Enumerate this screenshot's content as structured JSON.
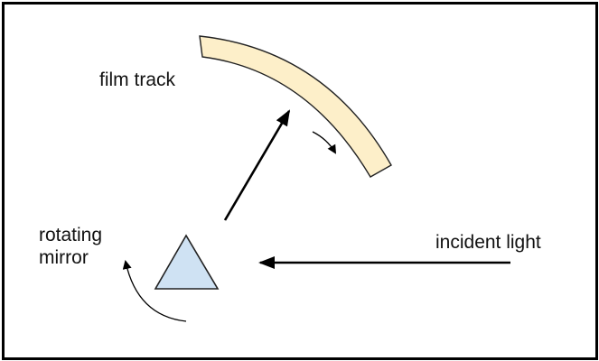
{
  "diagram": {
    "labels": {
      "film_track": "film track",
      "rotating_mirror_line1": "rotating",
      "rotating_mirror_line2": "mirror",
      "incident_light": "incident light"
    },
    "colors": {
      "film_track_fill": "#fdefc9",
      "mirror_fill": "#cfe2f3",
      "stroke": "#000000",
      "border": "#000000",
      "background": "#ffffff"
    }
  }
}
